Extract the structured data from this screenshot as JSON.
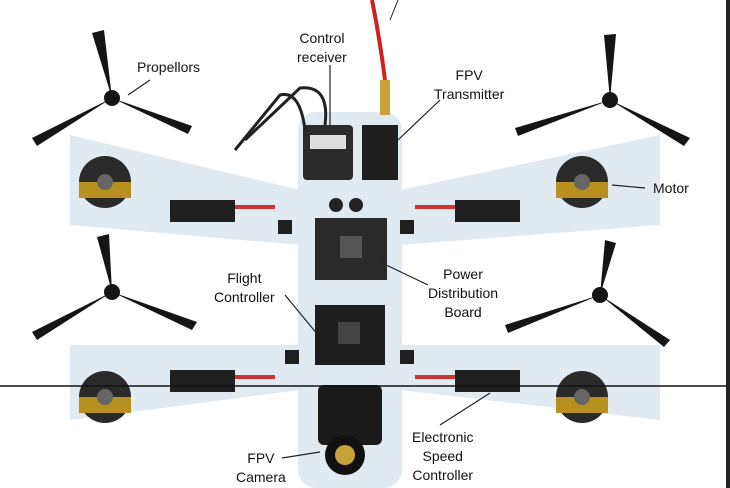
{
  "labels": {
    "propellors": "Propellors",
    "control_receiver": [
      "Control",
      "receiver"
    ],
    "fpv_transmitter": [
      "FPV",
      "Transmitter"
    ],
    "motor": "Motor",
    "flight_controller": [
      "Flight",
      "Controller"
    ],
    "power_distribution_board": [
      "Power",
      "Distribution",
      "Board"
    ],
    "fpv_camera": [
      "FPV",
      "Camera"
    ],
    "electronic_speed_controller": [
      "Electronic",
      "Speed",
      "Controller"
    ]
  },
  "colors": {
    "frame": "#e2eaf1",
    "parts": "#1b1b1b",
    "antenna": "#d21f1f"
  }
}
